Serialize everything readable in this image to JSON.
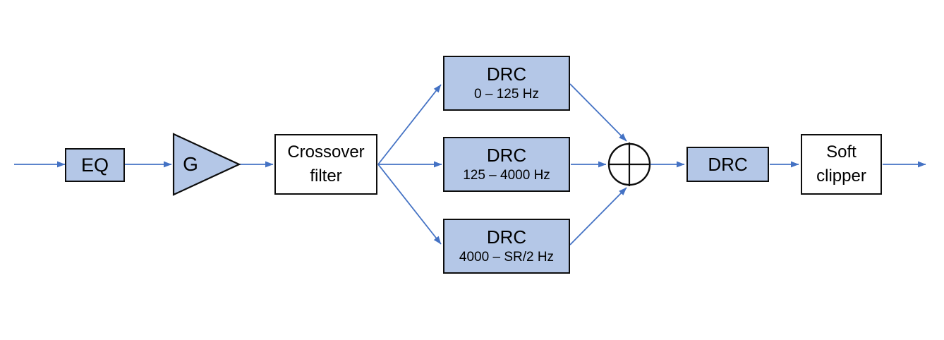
{
  "diagram": {
    "description": "audio-processing-chain-block-diagram",
    "colors": {
      "block_fill": "#b4c7e7",
      "block_border": "#0d0d0d",
      "arrow": "#4472c4",
      "background": "#ffffff"
    },
    "blocks": {
      "eq": {
        "label": "EQ"
      },
      "gain": {
        "label": "G"
      },
      "crossover": {
        "line1": "Crossover",
        "line2": "filter"
      },
      "drc_low": {
        "title": "DRC",
        "range": "0 – 125 Hz"
      },
      "drc_mid": {
        "title": "DRC",
        "range": "125 – 4000 Hz"
      },
      "drc_high": {
        "title": "DRC",
        "range": "4000 – SR/2 Hz"
      },
      "drc_wideband": {
        "label": "DRC"
      },
      "soft_clipper": {
        "line1": "Soft",
        "line2": "clipper"
      }
    },
    "summing_node": {
      "icon": "circled-plus-summing-icon"
    }
  }
}
